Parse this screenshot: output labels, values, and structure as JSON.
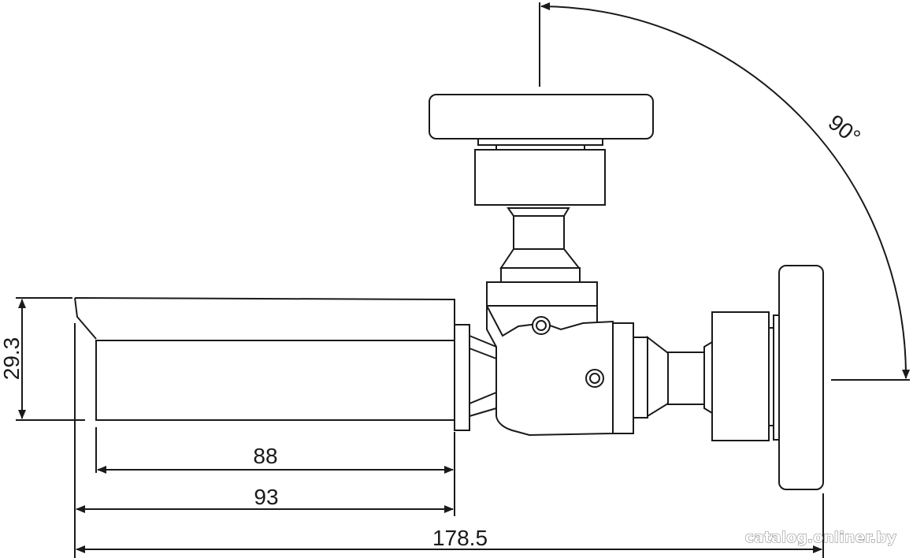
{
  "dimensions": {
    "height_label": "29.3",
    "length_88": "88",
    "length_93": "93",
    "length_total": "178.5",
    "angle_label": "90°"
  },
  "watermark": "catalog.onliner.by"
}
